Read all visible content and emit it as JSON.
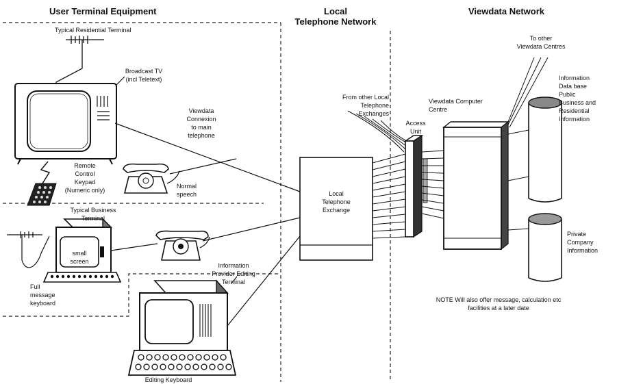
{
  "headers": {
    "user_terminal": "User Terminal Equipment",
    "local_network": "Local\nTelephone Network",
    "viewdata_network": "Viewdata Network"
  },
  "labels": {
    "typical_residential": "Typical Residential Terminal",
    "broadcast_tv": "Broadcast TV\n(incl Teletext)",
    "viewdata_connexion": "Viewdata\nConnexion\nto main\ntelephone",
    "remote_control": "Remote\nControl\nKeypad\n(Numeric only)",
    "normal_speech": "Normal\nspeech",
    "typical_business": "Typical Business\nTerminal",
    "small_screen": "small\nscreen",
    "full_keyboard": "Full\nmessage\nkeyboard",
    "ip_editing_terminal": "Information\nProvider Editing\nTerminal",
    "editing_keyboard": "Editing Keyboard",
    "local_exchange": "Local\nTelephone\nExchange",
    "from_other_exchanges": "From other Local\nTelephone\nExchanges",
    "access_unit": "Access\nUnit",
    "viewdata_computer": "Viewdata Computer\nCentre",
    "to_other_centres": "To other\nViewdata Centres",
    "info_database": "Information\nData base\nPublic\nBusiness and\nResidential\nInformation",
    "private_info": "Private\nCompany\nInformation",
    "note": "NOTE Will also offer message, calculation etc\nfacilities at a later date"
  }
}
